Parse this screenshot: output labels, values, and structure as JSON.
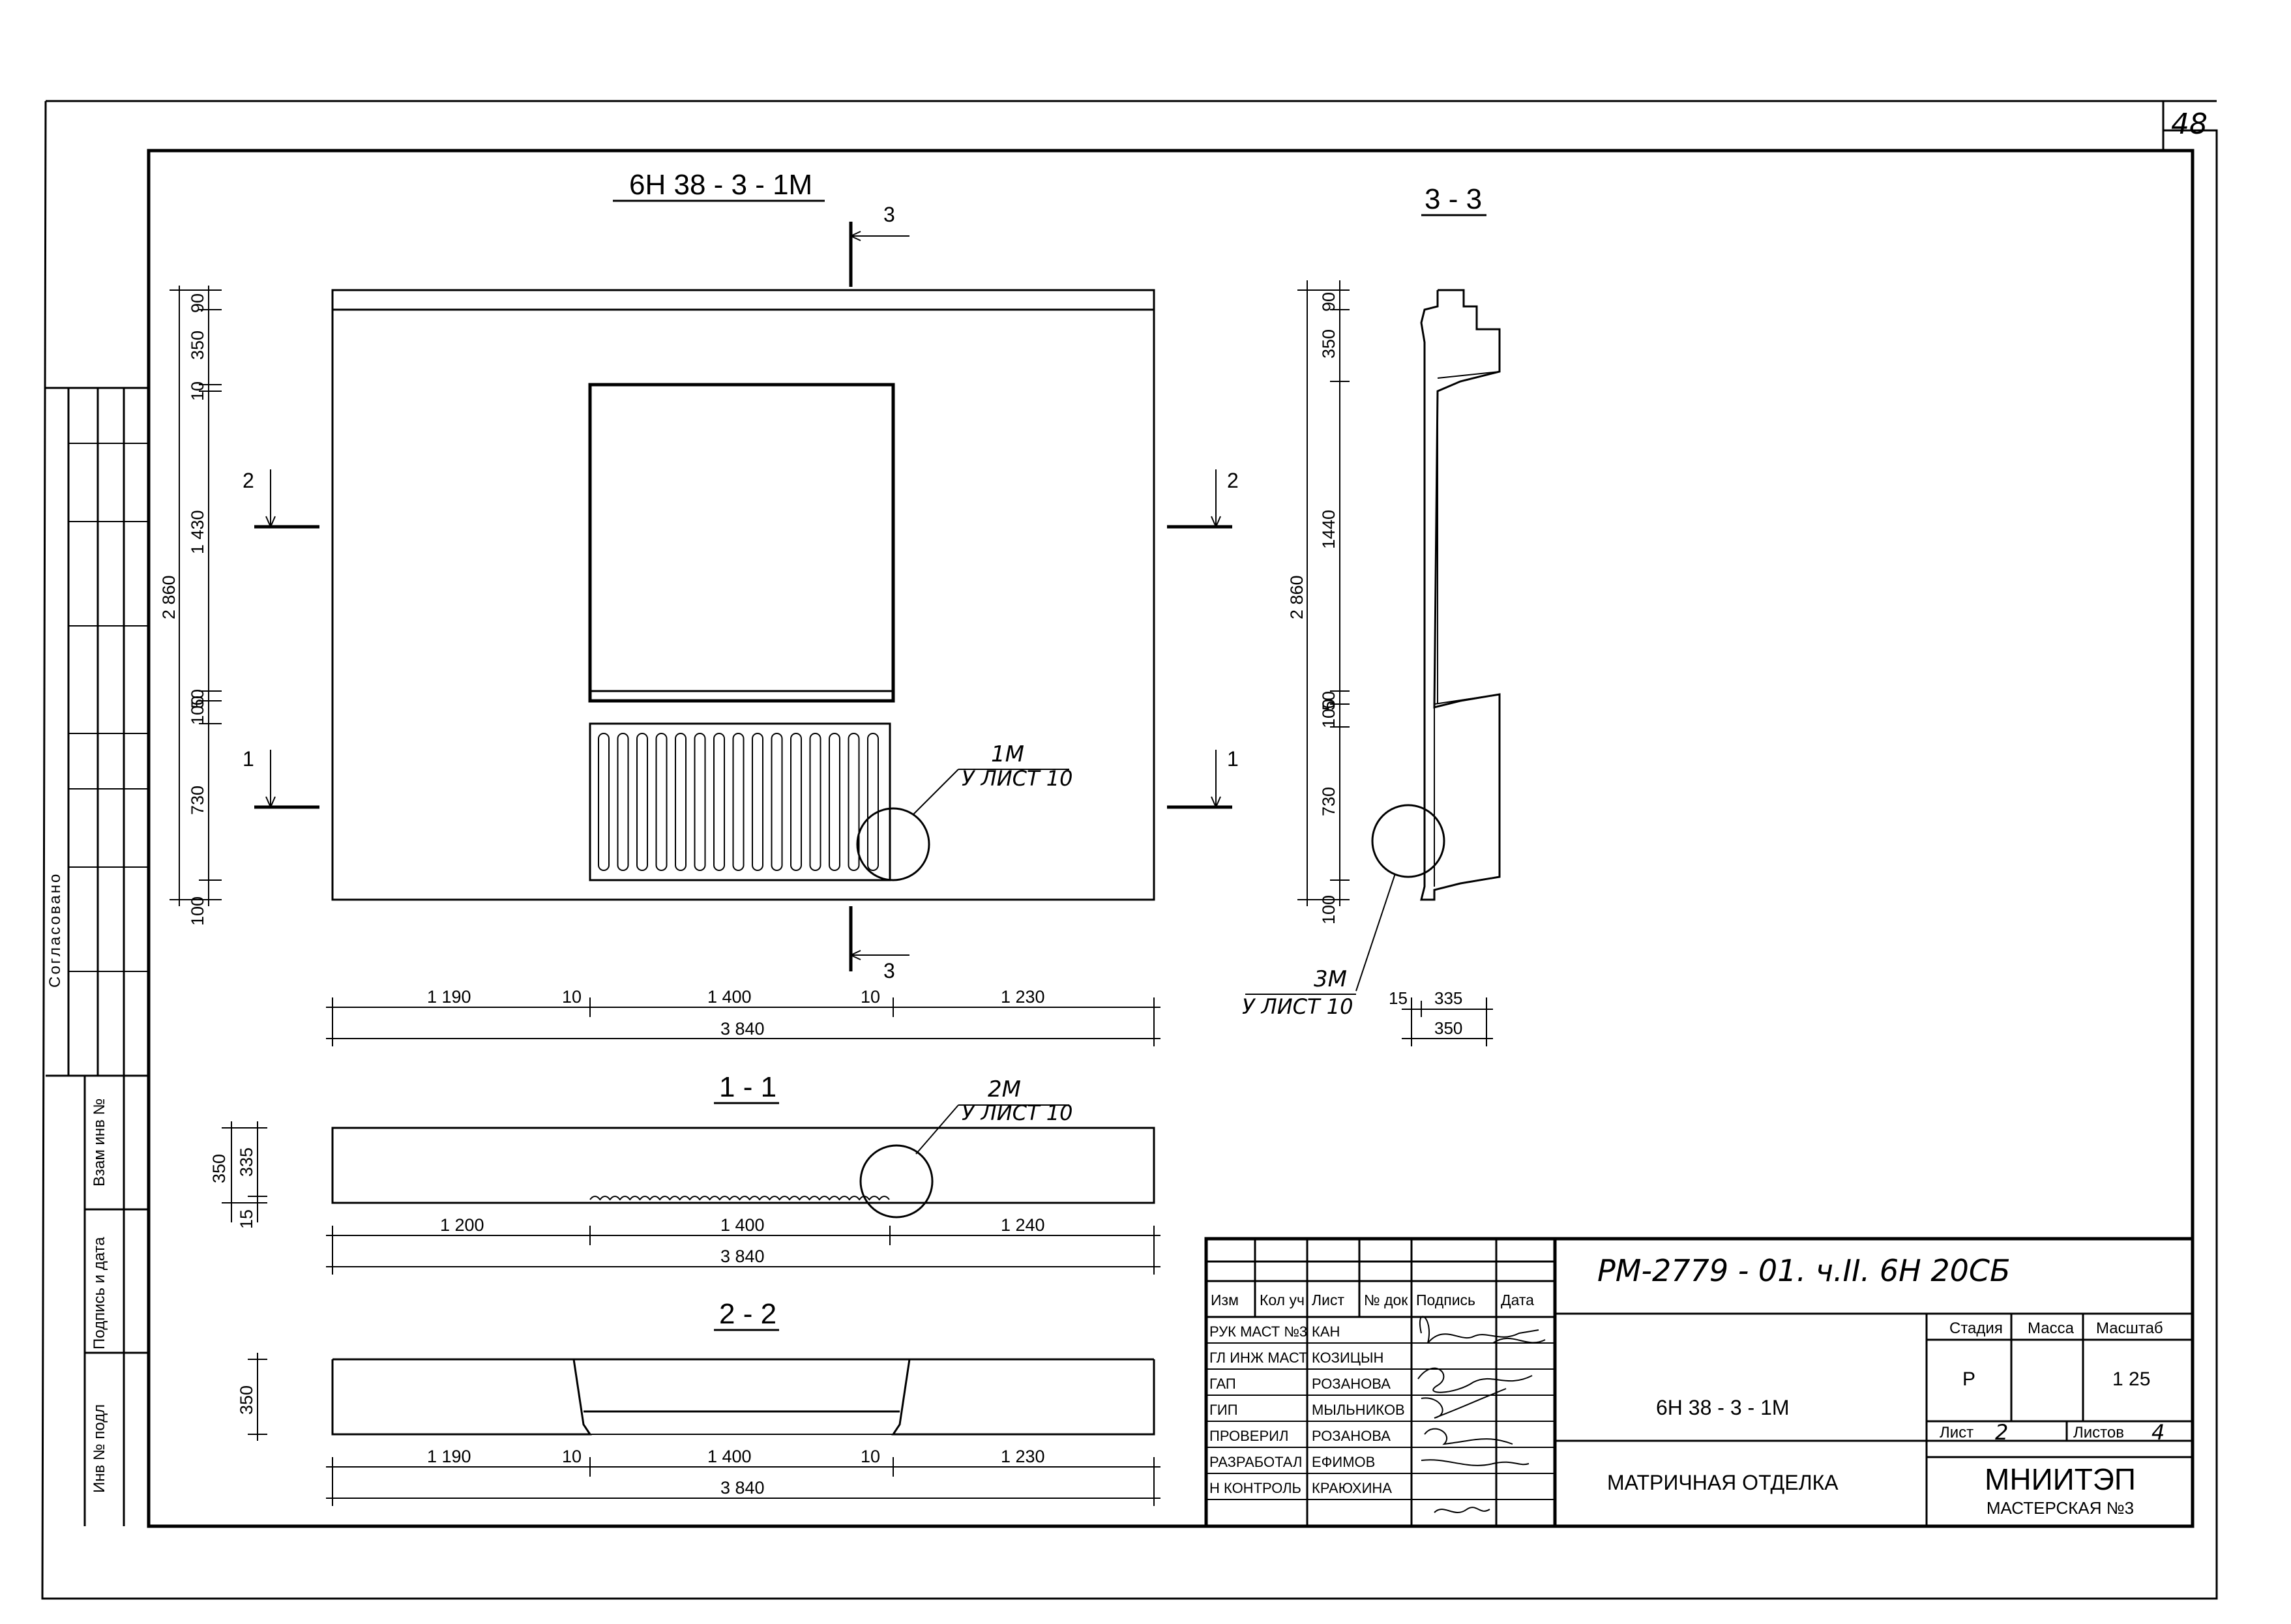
{
  "sheet_corner_number": "48",
  "main_view": {
    "title": "6Н 38 - 3 - 1М"
  },
  "section_marks": {
    "top_3": "3",
    "bottom_3": "3",
    "left_2": "2",
    "right_2": "2",
    "left_1": "1",
    "right_1": "1"
  },
  "callouts": {
    "c1": {
      "mark": "1М",
      "ref": "У ЛИСТ 10"
    },
    "c2": {
      "mark": "2М",
      "ref": "У ЛИСТ 10"
    },
    "c3": {
      "mark": "3М",
      "ref": "У ЛИСТ 10"
    }
  },
  "main_dims": {
    "vertical_total": "2 860",
    "vertical_chain": [
      "90",
      "350",
      "10",
      "1 430",
      "50",
      "100",
      "730",
      "100"
    ],
    "horizontal_chain": [
      "1 190",
      "10",
      "1 400",
      "10",
      "1 230"
    ],
    "horizontal_total": "3 840"
  },
  "section_33": {
    "title": "3 - 3",
    "vertical_total": "2 860",
    "vertical_chain": [
      "90",
      "350",
      "1440",
      "50",
      "100",
      "730",
      "100"
    ],
    "bottom_chain": [
      "15",
      "335"
    ],
    "bottom_total": "350"
  },
  "section_11": {
    "title": "1 - 1",
    "left_dims": [
      "350",
      "335",
      "15"
    ],
    "horizontal_chain": [
      "1 200",
      "1 400",
      "1 240"
    ],
    "horizontal_total": "3 840"
  },
  "section_22": {
    "title": "2 - 2",
    "left_dim": "350",
    "horizontal_chain": [
      "1 190",
      "10",
      "1 400",
      "10",
      "1 230"
    ],
    "horizontal_total": "3 840"
  },
  "left_margin": {
    "agreed": "Согласовано",
    "inv_replace": "Взам инв №",
    "sign_date": "Подпись и дата",
    "inv_orig": "Инв № подл"
  },
  "title_block": {
    "doc_code": "РМ-2779 - 01. ч.II. 6Н 20СБ",
    "headers": [
      "Изм",
      "Кол уч",
      "Лист",
      "№ док",
      "Подпись",
      "Дата"
    ],
    "roles": [
      {
        "role": "РУК МАСТ №3",
        "name": "КАН"
      },
      {
        "role": "ГЛ ИНЖ МАСТ",
        "name": "КОЗИЦЫН"
      },
      {
        "role": "ГАП",
        "name": "РОЗАНОВА"
      },
      {
        "role": "ГИП",
        "name": "МЫЛЬНИКОВ"
      },
      {
        "role": "ПРОВЕРИЛ",
        "name": "РОЗАНОВА"
      },
      {
        "role": "РАЗРАБОТАЛ",
        "name": "ЕФИМОВ"
      },
      {
        "role": "Н КОНТРОЛЬ",
        "name": "КРАЮХИНА"
      }
    ],
    "product": "6Н 38 - 3 - 1М",
    "sheet_title": "МАТРИЧНАЯ  ОТДЕЛКА",
    "stage_label": "Стадия",
    "mass_label": "Масса",
    "scale_label": "Масштаб",
    "stage": "Р",
    "scale": "1  25",
    "sheet_label": "Лист",
    "sheet_no": "2",
    "sheets_label": "Листов",
    "sheets_total": "4",
    "org": "МНИИТЭП",
    "org_sub": "МАСТЕРСКАЯ №3"
  }
}
